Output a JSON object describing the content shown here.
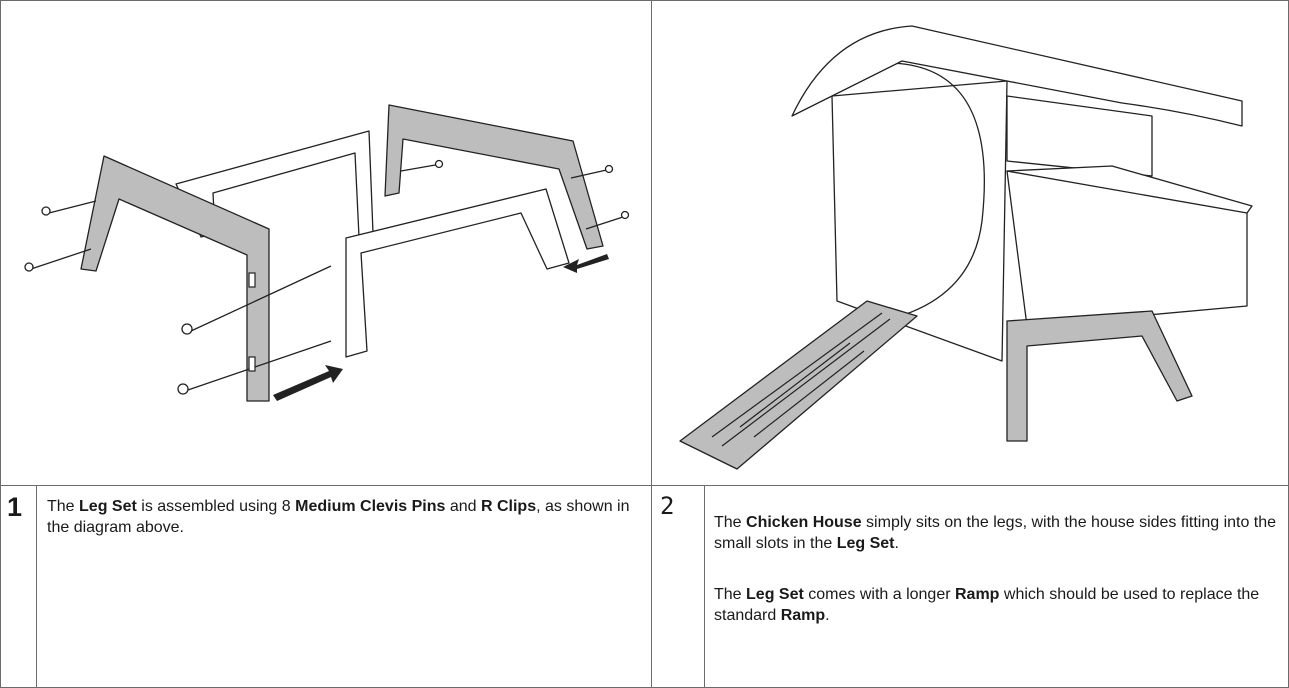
{
  "step1": {
    "number": "1",
    "text_parts": [
      "The ",
      "Leg Set",
      " is assembled using 8 ",
      "Medium Clevis Pins",
      " and ",
      "R Clips",
      ", as shown in the diagram above."
    ]
  },
  "step2": {
    "number": "2",
    "para1_parts": [
      "The ",
      "Chicken House",
      " simply sits on the legs, with the house sides fitting into the small slots in the ",
      "Leg Set",
      "."
    ],
    "para2_parts": [
      "The ",
      "Leg Set",
      " comes with a longer ",
      "Ramp",
      " which should be used to replace the standard ",
      "Ramp",
      "."
    ]
  },
  "colors": {
    "border": "#6b6b6b",
    "panel_fill": "#bdbdbd",
    "line": "#222222"
  }
}
